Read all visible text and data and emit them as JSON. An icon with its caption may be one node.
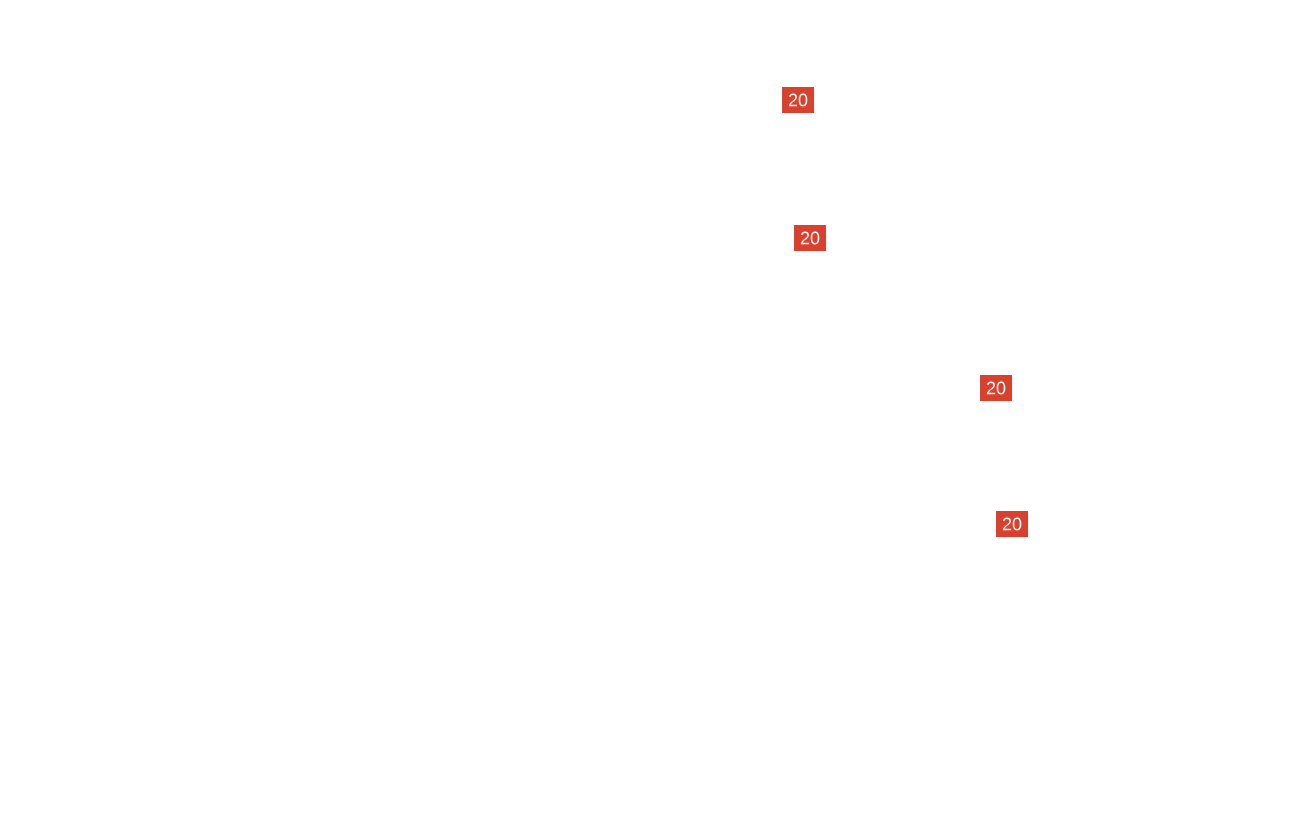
{
  "diagram": {
    "nodes": [
      {
        "text": [
          "20"
        ]
      },
      {
        "text": [
          "20"
        ]
      },
      {
        "text": [
          "20"
        ]
      },
      {
        "text": [
          "20"
        ]
      }
    ]
  }
}
